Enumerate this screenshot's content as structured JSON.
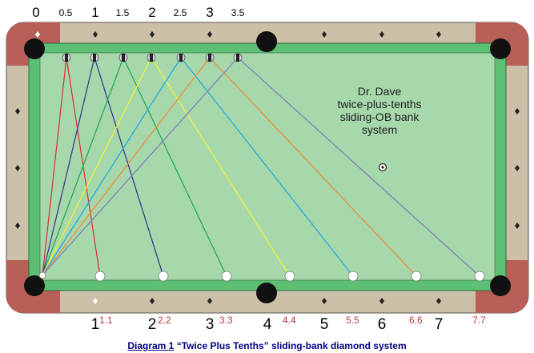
{
  "diagram": {
    "title_lines": [
      "Dr. Dave",
      "twice-plus-tenths",
      "sliding-OB bank",
      "system"
    ],
    "caption_prefix": "Diagram 1",
    "caption_text": "“Twice Plus Tenths” sliding-bank diamond system",
    "top_labels": [
      "0",
      "0.5",
      "1",
      "1.5",
      "2",
      "2.5",
      "3",
      "3.5"
    ],
    "bottom_labels": [
      "1",
      "2",
      "3",
      "4",
      "5",
      "6",
      "7"
    ],
    "bottom_values": [
      "1.1",
      "2.2",
      "3.3",
      "4.4",
      "5.5",
      "6.6",
      "7.7"
    ],
    "colors": {
      "cloth": "#a6d8ab",
      "cushion": "#5cbf74",
      "rail": "#ccc1a8",
      "corner": "#b85f58",
      "value_text": "#c0393b",
      "caption": "#000080",
      "lines": [
        "#d63a3a",
        "#3a3a8c",
        "#22aa55",
        "#f2f23a",
        "#22aadd",
        "#f08c3a",
        "#8080b8"
      ]
    }
  }
}
